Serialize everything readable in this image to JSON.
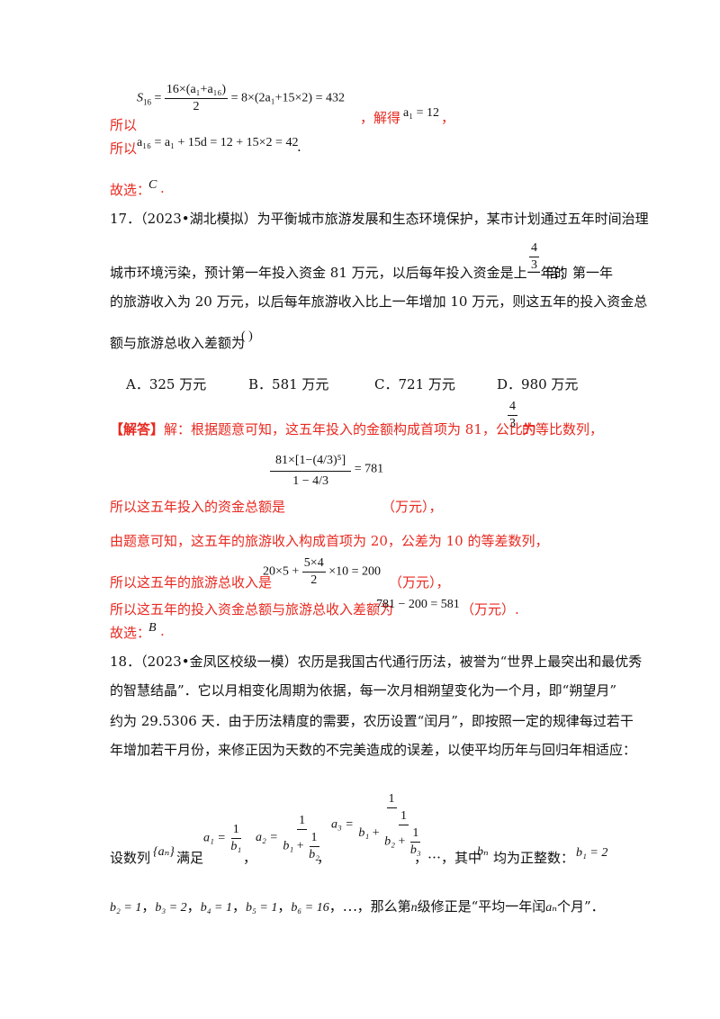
{
  "s16_block": {
    "prefix": "所以",
    "lhs": "S",
    "lhs_sub": "16",
    "frac_num": "16×(a₁+a₁₆)",
    "frac_den": "2",
    "rhs": "= 8×(2a₁+15×2) = 432",
    "solve_text": "，解得",
    "solve_eq": "a₁ = 12",
    "end": "，"
  },
  "a16_line": {
    "prefix": "所以",
    "eq": "a₁₆ = a₁ + 15d = 12 + 15×2 = 42",
    "end": "."
  },
  "answer16": {
    "label": "故选：",
    "choice": "C",
    "end": "."
  },
  "q17": {
    "line1": "17．（2023•湖北模拟）为平衡城市旅游发展和生态环境保护，某市计划通过五年时间治理",
    "line2_a": "城市环境污染，预计第一年投入资金 81 万元，以后每年投入资金是上一年的",
    "ratio_num": "4",
    "ratio_den": "3",
    "line2_b": "倍；第一年",
    "line3": "的旅游收入为 20 万元，以后每年旅游收入比上一年增加 10 万元，则这五年的投入资金总",
    "line4_a": "额与旅游总收入差额为",
    "line4_b": "(        )",
    "options": [
      {
        "label": "A．325 万元"
      },
      {
        "label": "B．581 万元"
      },
      {
        "label": "C．721 万元"
      },
      {
        "label": "D．980 万元"
      }
    ]
  },
  "sol17": {
    "tag": "【解答】",
    "line1_a": "解：根据题意可知，这五年投入的金额构成首项为 81，公比为",
    "line1_b": "的等比数列，",
    "frac_ratio_num": "4",
    "frac_ratio_den": "3",
    "sum_num": "81×[1−(4/3)⁵]",
    "sum_den": "1 − 4/3",
    "sum_eq": "= 781",
    "line2_a": "所以这五年投入的资金总额是",
    "line2_b": "（万元），",
    "line3": "由题意可知，这五年的旅游收入构成首项为 20，公差为 10 的等差数列，",
    "line4_a": "所以这五年的旅游总收入是",
    "line4_expr_a": "20×5 +",
    "line4_frac_num": "5×4",
    "line4_frac_den": "2",
    "line4_expr_b": "×10 = 200",
    "line4_b": "（万元），",
    "line5_a": "所以这五年的投入资金总额与旅游总收入差额为",
    "line5_expr": "781 − 200 = 581",
    "line5_b": "（万元）.",
    "answer_label": "故选：",
    "answer_choice": "B",
    "answer_end": "."
  },
  "q18": {
    "line1": "18．（2023•金凤区校级一模）农历是我国古代通行历法，被誉为“世界上最突出和最优秀",
    "line2": "的智慧结晶”．它以月相变化周期为依据，每一次月相朔望变化为一个月，即“朔望月”",
    "line3": "约为 29.5306 天．由于历法精度的需要，农历设置“闰月”，即按照一定的规律每过若干",
    "line4": "年增加若干月份，来修正因为天数的不完美造成的误差，以使平均历年与回归年相适应：",
    "line5_a": "设数列",
    "seq": "{aₙ}",
    "line5_b": "满足",
    "a1": "a₁ =",
    "a2": "a₂ =",
    "a3": "a₃ =",
    "one": "1",
    "b1": "b₁",
    "b2": "b₂",
    "b3": "b₃",
    "plus": "+",
    "comma": "，",
    "ellipsis": "，⋯，其中",
    "bn": "bₙ",
    "positive": "均为正整数：",
    "b1val": "b₁ = 2",
    "line6": [
      "b₂ = 1",
      "，",
      "b₃ = 2",
      "，",
      "b₄ = 1",
      "，",
      "b₅ = 1",
      "，",
      "b₆ = 16",
      "，⋯，那么第",
      "n",
      "级修正是“平均一年闰",
      "aₙ",
      "个月”．"
    ]
  }
}
